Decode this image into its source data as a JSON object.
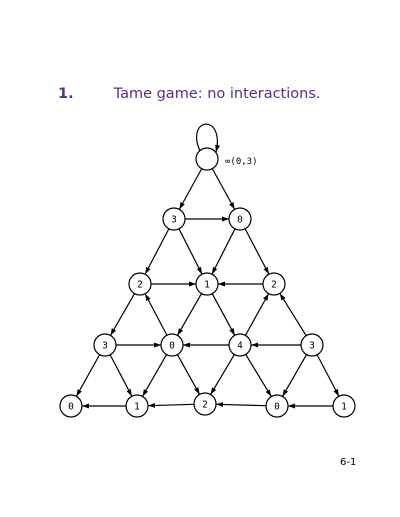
{
  "heading": {
    "number": "1.",
    "title": "Tame game: no interactions."
  },
  "top_node": {
    "label": "",
    "annotation": "∞(0,3)"
  },
  "nodes": [
    {
      "id": "r1c0",
      "label": "3"
    },
    {
      "id": "r1c1",
      "label": "0"
    },
    {
      "id": "r2c0",
      "label": "2"
    },
    {
      "id": "r2c1",
      "label": "1"
    },
    {
      "id": "r2c2",
      "label": "2"
    },
    {
      "id": "r3c0",
      "label": "3"
    },
    {
      "id": "r3c1",
      "label": "0"
    },
    {
      "id": "r3c2",
      "label": "4"
    },
    {
      "id": "r3c3",
      "label": "3"
    },
    {
      "id": "r4c0",
      "label": "0"
    },
    {
      "id": "r4c1",
      "label": "1"
    },
    {
      "id": "r4c2",
      "label": "2"
    },
    {
      "id": "r4c3",
      "label": "0"
    },
    {
      "id": "r4c4",
      "label": "1"
    }
  ],
  "edges": [
    {
      "from": "r0c0",
      "to": "r1c0"
    },
    {
      "from": "r0c0",
      "to": "r1c1"
    },
    {
      "from": "r1c0",
      "to": "r1c1"
    },
    {
      "from": "r1c0",
      "to": "r2c0"
    },
    {
      "from": "r1c0",
      "to": "r2c1"
    },
    {
      "from": "r1c1",
      "to": "r2c1"
    },
    {
      "from": "r1c1",
      "to": "r2c2"
    },
    {
      "from": "r2c0",
      "to": "r2c1"
    },
    {
      "from": "r2c2",
      "to": "r2c1"
    },
    {
      "from": "r2c0",
      "to": "r3c0"
    },
    {
      "from": "r2c1",
      "to": "r3c1"
    },
    {
      "from": "r2c1",
      "to": "r3c2"
    },
    {
      "from": "r3c1",
      "to": "r2c0"
    },
    {
      "from": "r3c2",
      "to": "r2c2"
    },
    {
      "from": "r3c3",
      "to": "r2c2"
    },
    {
      "from": "r3c0",
      "to": "r3c1"
    },
    {
      "from": "r3c2",
      "to": "r3c1"
    },
    {
      "from": "r3c3",
      "to": "r3c2"
    },
    {
      "from": "r3c0",
      "to": "r4c0"
    },
    {
      "from": "r3c0",
      "to": "r4c1"
    },
    {
      "from": "r3c1",
      "to": "r4c1"
    },
    {
      "from": "r3c1",
      "to": "r4c2"
    },
    {
      "from": "r3c2",
      "to": "r4c2"
    },
    {
      "from": "r3c2",
      "to": "r4c3"
    },
    {
      "from": "r3c3",
      "to": "r4c3"
    },
    {
      "from": "r3c3",
      "to": "r4c4"
    },
    {
      "from": "r4c1",
      "to": "r4c0"
    },
    {
      "from": "r4c2",
      "to": "r4c1"
    },
    {
      "from": "r4c3",
      "to": "r4c2"
    },
    {
      "from": "r4c4",
      "to": "r4c3"
    },
    {
      "from": "r0c0",
      "to": "r0c0",
      "self_loop": true
    }
  ],
  "page_number": "6-1",
  "colors": {
    "heading": "#5a2d82",
    "ink": "#000000"
  }
}
